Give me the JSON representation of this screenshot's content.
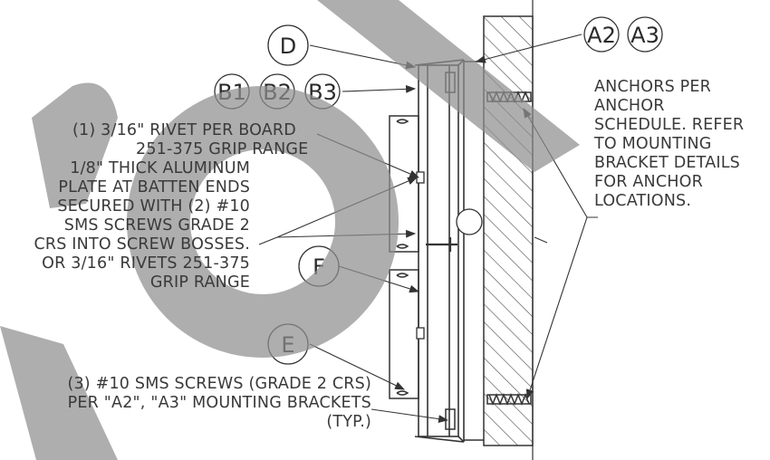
{
  "callouts": {
    "d": "D",
    "a2": "A2",
    "a3": "A3",
    "b1": "B1",
    "b2": "B2",
    "b3": "B3",
    "f": "F",
    "e": "E"
  },
  "notes": {
    "rivet": [
      "(1) 3/16\" RIVET PER BOARD",
      "251-375 GRIP RANGE"
    ],
    "plate": [
      "1/8\" THICK ALUMINUM",
      "PLATE AT BATTEN ENDS",
      "SECURED WITH (2) #10",
      "SMS SCREWS GRADE 2",
      "CRS INTO SCREW BOSSES.",
      "OR 3/16\" RIVETS 251-375",
      "GRIP RANGE"
    ],
    "anchors": [
      "ANCHORS PER",
      "ANCHOR",
      "SCHEDULE. REFER",
      "TO MOUNTING",
      "BRACKET DETAILS",
      "FOR ANCHOR",
      "LOCATIONS."
    ],
    "screws": [
      "(3) #10 SMS SCREWS (GRADE 2 CRS)",
      "PER \"A2\", \"A3\" MOUNTING BRACKETS",
      "(TYP.)"
    ]
  },
  "watermark": "VOID",
  "colors": {
    "watermark": "#8f8f8f",
    "line": "#333333",
    "text": "#3a3a3a",
    "hatch": "#555555"
  }
}
